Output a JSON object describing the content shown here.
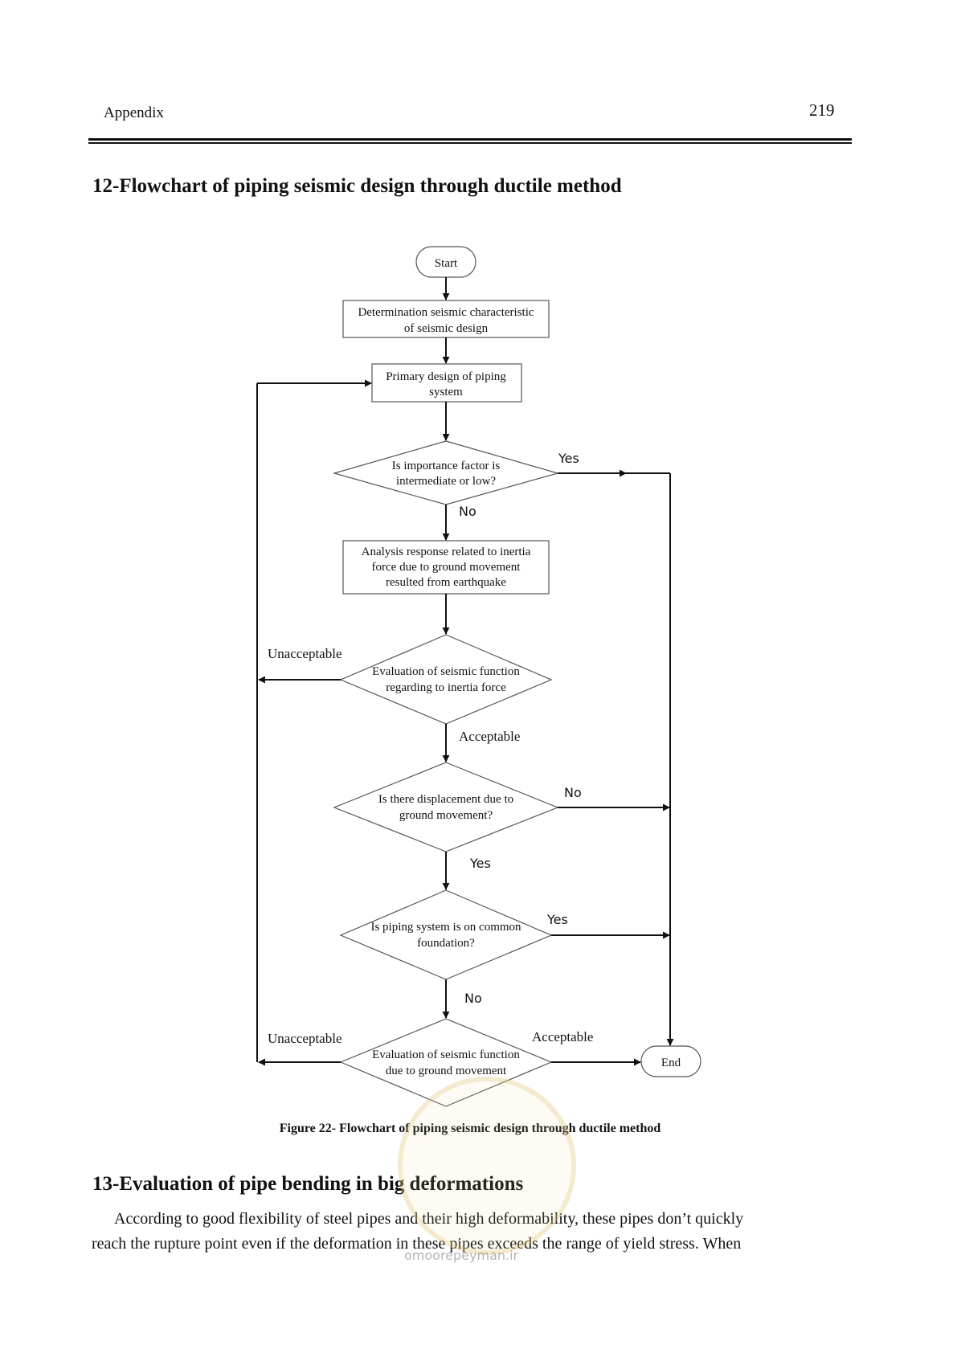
{
  "header": {
    "left": "Appendix",
    "page_number": "219"
  },
  "section12": {
    "title": "12-Flowchart of piping seismic design through ductile method"
  },
  "flowchart": {
    "start": "Start",
    "box1": [
      "Determination seismic characteristic",
      "of seismic design"
    ],
    "box2": [
      "Primary design of piping",
      "system"
    ],
    "diamond1": [
      "Is importance factor is",
      "intermediate or low?"
    ],
    "diamond1_yes": "Yes",
    "diamond1_no": "No",
    "box3": [
      "Analysis response related to inertia",
      "force due to ground movement",
      "resulted from earthquake"
    ],
    "diamond2": [
      "Evaluation of seismic function",
      "regarding to inertia force"
    ],
    "diamond2_unacceptable": "Unacceptable",
    "diamond2_acceptable": "Acceptable",
    "diamond3": [
      "Is there displacement due to",
      "ground movement?"
    ],
    "diamond3_no": "No",
    "diamond3_yes": "Yes",
    "diamond4": [
      "Is piping system is on common",
      "foundation?"
    ],
    "diamond4_yes": "Yes",
    "diamond4_no": "No",
    "diamond5": [
      "Evaluation of seismic function",
      "due to ground movement"
    ],
    "diamond5_unacceptable": "Unacceptable",
    "diamond5_acceptable": "Acceptable",
    "end": "End"
  },
  "caption": "Figure 22- Flowchart of piping seismic design through ductile method",
  "section13": {
    "title": "13-Evaluation of pipe bending in big deformations",
    "paragraph_lines": [
      "According to good flexibility of steel pipes and their high deformability, these pipes don’t quickly",
      "reach the rupture point even if the deformation in these pipes exceeds the range of yield stress. When"
    ]
  },
  "watermark": {
    "url": "omoorepeyman.ir"
  }
}
